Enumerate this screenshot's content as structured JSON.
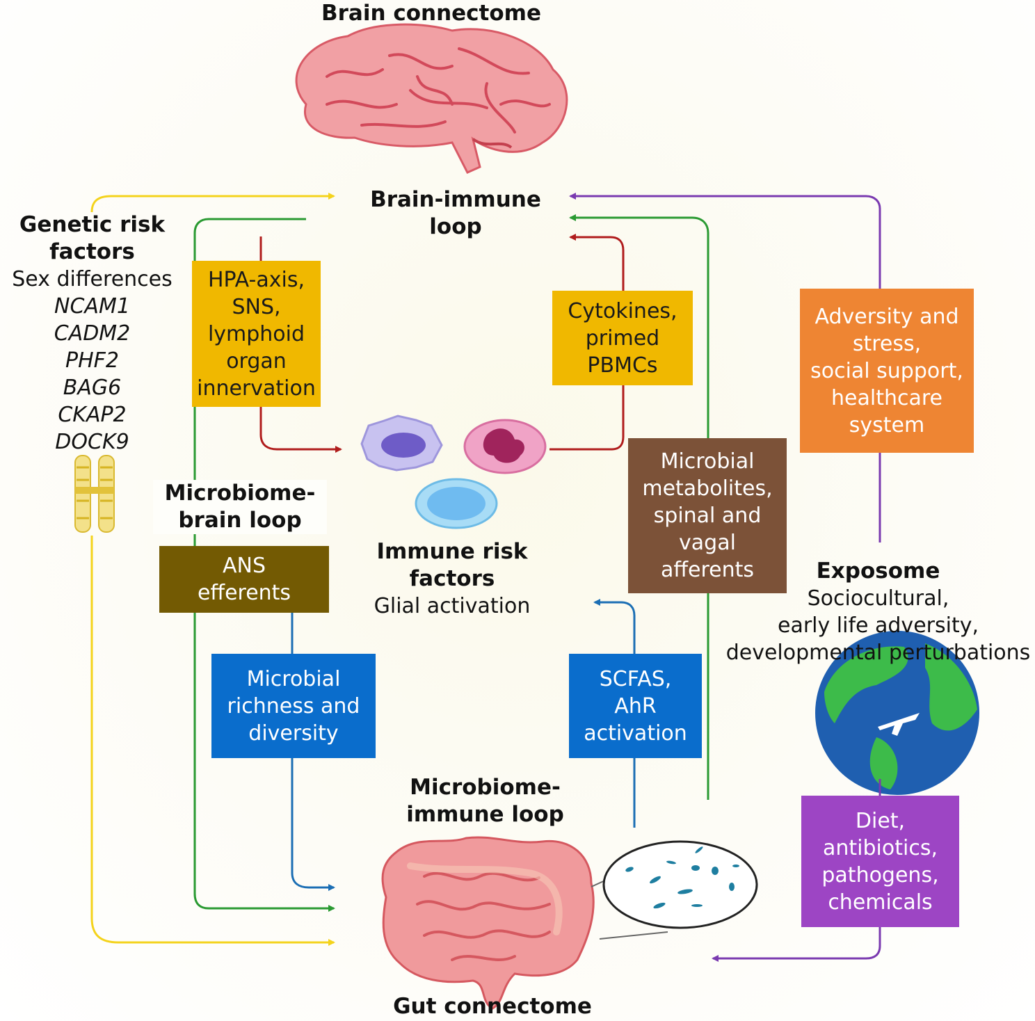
{
  "titles": {
    "brain_connectome": "Brain connectome",
    "gut_connectome": "Gut connectome",
    "brain_immune_loop": [
      "Brain-immune",
      "loop"
    ],
    "microbiome_brain_loop": [
      "Microbiome-",
      "brain loop"
    ],
    "microbiome_immune_loop": [
      "Microbiome-",
      "immune loop"
    ]
  },
  "genetic": {
    "heading": [
      "Genetic risk",
      "factors"
    ],
    "sex": "Sex differences",
    "genes": [
      "NCAM1",
      "CADM2",
      "PHF2",
      "BAG6",
      "CKAP2",
      "DOCK9"
    ]
  },
  "immune": {
    "heading": [
      "Immune risk",
      "factors"
    ],
    "subtext": "Glial activation"
  },
  "exposome": {
    "heading": "Exposome",
    "lines": [
      "Sociocultural,",
      "early life adversity,",
      "developmental perturbations"
    ]
  },
  "boxes": {
    "hpa": {
      "lines": [
        "HPA-axis,",
        "SNS,",
        "lymphoid",
        "organ",
        "innervation"
      ],
      "color": "#f0b800"
    },
    "cytokines": {
      "lines": [
        "Cytokines,",
        "primed",
        "PBMCs"
      ],
      "color": "#f0b800"
    },
    "adversity": {
      "lines": [
        "Adversity and",
        "stress,",
        "social support,",
        "healthcare",
        "system"
      ],
      "color": "#ee8533"
    },
    "metabolites": {
      "lines": [
        "Microbial",
        "metabolites,",
        "spinal and",
        "vagal",
        "afferents"
      ],
      "color": "#7c5238"
    },
    "ans": {
      "lines": [
        "ANS",
        "efferents"
      ],
      "color": "#735a03"
    },
    "richness": {
      "lines": [
        "Microbial",
        "richness and",
        "diversity"
      ],
      "color": "#0a6dcc"
    },
    "scfas": {
      "lines": [
        "SCFAS,",
        "AhR",
        "activation"
      ],
      "color": "#0a6dcc"
    },
    "diet": {
      "lines": [
        "Diet,",
        "antibiotics,",
        "pathogens,",
        "chemicals"
      ],
      "color": "#9d45c4"
    }
  },
  "arrow_colors": {
    "yellow": "#f4d31c",
    "green": "#2a9a32",
    "red": "#b01c1c",
    "purple": "#7a3ab0",
    "blue": "#1b6eb4"
  }
}
